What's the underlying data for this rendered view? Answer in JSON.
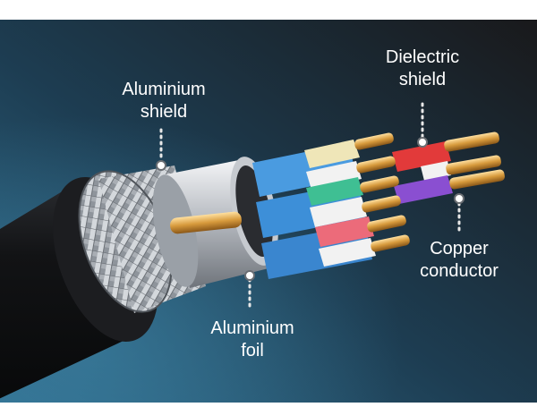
{
  "colors": {
    "bg_left": "#1c4a66",
    "bg_right": "#1a1a1c",
    "jacket": "#151618",
    "braid": "#b9bec4",
    "aluminium_tube": "#c9ccd1",
    "copper": "#c98c2e",
    "blue_wire": "#3d8fd8",
    "cream_insulation": "#efe6b8",
    "white_insulation": "#f2f2f2",
    "green_insulation": "#3fbf93",
    "pink_insulation": "#ec6b7a",
    "red_insulation": "#e23a3a",
    "purple_insulation": "#8a4fd1",
    "label_text": "#ffffff",
    "leader_dots": "#e8e8e8"
  },
  "labels": {
    "aluminium_shield": {
      "line1": "Aluminium",
      "line2": "shield"
    },
    "dielectric_shield": {
      "line1": "Dielectric",
      "line2": "shield"
    },
    "copper_conductor": {
      "line1": "Copper",
      "line2": "conductor"
    },
    "aluminium_foil": {
      "line1": "Aluminium",
      "line2": "foil"
    }
  }
}
